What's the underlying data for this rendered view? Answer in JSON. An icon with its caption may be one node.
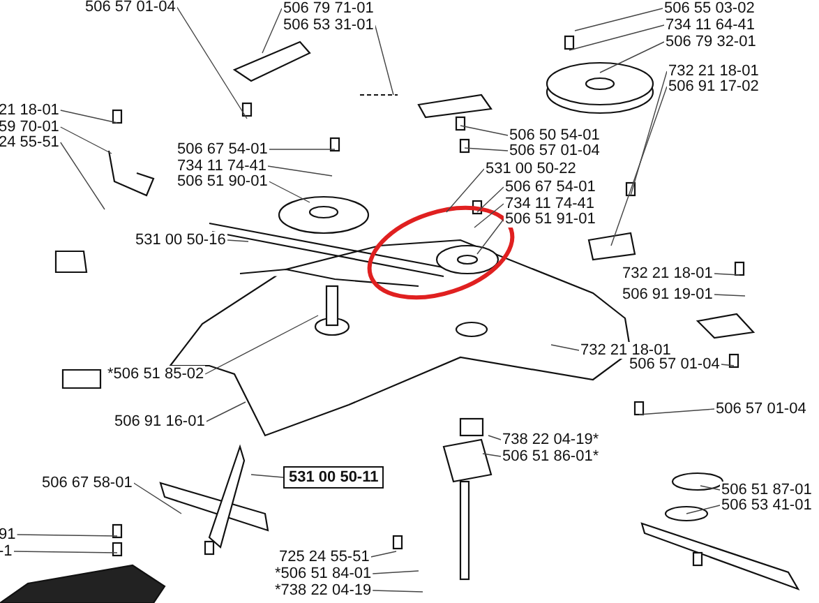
{
  "diagram": {
    "nodes": [
      {
        "text": [
          "506 57 01-04"
        ]
      },
      {
        "text": [
          "506 79 71-01"
        ]
      },
      {
        "text": [
          "506 53 31-01"
        ]
      },
      {
        "text": [
          "506 55 03-02"
        ]
      },
      {
        "text": [
          "734 11 64-41"
        ]
      },
      {
        "text": [
          "506 79 32-01"
        ]
      },
      {
        "text": [
          "732 21 18-01"
        ]
      },
      {
        "text": [
          "506 91 17-02"
        ]
      },
      {
        "text": [
          "21 18-01"
        ]
      },
      {
        "text": [
          "59 70-01"
        ]
      },
      {
        "text": [
          "24 55-51"
        ]
      },
      {
        "text": [
          "506 50 54-01"
        ]
      },
      {
        "text": [
          "506 57 01-04"
        ]
      },
      {
        "text": [
          "531 00 50-22"
        ]
      },
      {
        "text": [
          "506 67 54-01"
        ]
      },
      {
        "text": [
          "734 11 74-41"
        ]
      },
      {
        "text": [
          "506 51 90-01"
        ]
      },
      {
        "text": [
          "506 67 54-01"
        ]
      },
      {
        "text": [
          "734 11 74-41"
        ]
      },
      {
        "text": [
          "506 51 91-01"
        ]
      },
      {
        "text": [
          "531 00 50-16"
        ]
      },
      {
        "text": [
          "732 21 18-01"
        ]
      },
      {
        "text": [
          "506 91 19-01"
        ]
      },
      {
        "text": [
          "*506 51 85-02"
        ]
      },
      {
        "text": [
          "732 21 18-01"
        ]
      },
      {
        "text": [
          "506 91 16-01"
        ]
      },
      {
        "text": [
          "506 57 01-04"
        ]
      },
      {
        "text": [
          "506 57 01-04"
        ]
      },
      {
        "text": [
          "738 22 04-19*"
        ]
      },
      {
        "text": [
          "506 51 86-01*"
        ]
      },
      {
        "text": [
          "531 00 50-11"
        ]
      },
      {
        "text": [
          "506 67 58-01"
        ]
      },
      {
        "text": [
          "506 51 87-01"
        ]
      },
      {
        "text": [
          "506 53 41-01"
        ]
      },
      {
        "text": [
          "91"
        ]
      },
      {
        "text": [
          "-1"
        ]
      },
      {
        "text": [
          "725 24 55-51"
        ]
      },
      {
        "text": [
          "*506 51 84-01"
        ]
      },
      {
        "text": [
          "*738 22 04-19"
        ]
      }
    ],
    "edges": [
      {
        "from": 0,
        "to": null,
        "arrow": "none"
      },
      {
        "from": 1,
        "to": null,
        "arrow": "none"
      },
      {
        "from": 2,
        "to": null,
        "arrow": "none"
      },
      {
        "from": 3,
        "to": null,
        "arrow": "none"
      },
      {
        "from": 4,
        "to": null,
        "arrow": "none"
      },
      {
        "from": 5,
        "to": null,
        "arrow": "none"
      },
      {
        "from": 6,
        "to": null,
        "arrow": "none"
      },
      {
        "from": 7,
        "to": null,
        "arrow": "none"
      },
      {
        "from": 8,
        "to": null,
        "arrow": "none"
      },
      {
        "from": 9,
        "to": null,
        "arrow": "none"
      },
      {
        "from": 10,
        "to": null,
        "arrow": "none"
      },
      {
        "from": 11,
        "to": null,
        "arrow": "none"
      },
      {
        "from": 12,
        "to": null,
        "arrow": "none"
      },
      {
        "from": 13,
        "to": null,
        "arrow": "none"
      },
      {
        "from": 14,
        "to": null,
        "arrow": "none"
      },
      {
        "from": 15,
        "to": null,
        "arrow": "none"
      },
      {
        "from": 16,
        "to": null,
        "arrow": "none"
      },
      {
        "from": 17,
        "to": null,
        "arrow": "none"
      },
      {
        "from": 18,
        "to": null,
        "arrow": "none"
      },
      {
        "from": 19,
        "to": null,
        "arrow": "none"
      },
      {
        "from": 20,
        "to": null,
        "arrow": "none"
      },
      {
        "from": 21,
        "to": null,
        "arrow": "none"
      },
      {
        "from": 22,
        "to": null,
        "arrow": "none"
      },
      {
        "from": 23,
        "to": null,
        "arrow": "none"
      },
      {
        "from": 24,
        "to": null,
        "arrow": "none"
      },
      {
        "from": 25,
        "to": null,
        "arrow": "none"
      },
      {
        "from": 26,
        "to": null,
        "arrow": "none"
      },
      {
        "from": 27,
        "to": null,
        "arrow": "none"
      },
      {
        "from": 28,
        "to": null,
        "arrow": "none"
      },
      {
        "from": 29,
        "to": null,
        "arrow": "none"
      },
      {
        "from": 30,
        "to": null,
        "arrow": "none"
      },
      {
        "from": 31,
        "to": null,
        "arrow": "none"
      },
      {
        "from": 32,
        "to": null,
        "arrow": "none"
      },
      {
        "from": 33,
        "to": null,
        "arrow": "none"
      },
      {
        "from": 34,
        "to": null,
        "arrow": "none"
      },
      {
        "from": 35,
        "to": null,
        "arrow": "none"
      },
      {
        "from": 36,
        "to": null,
        "arrow": "none"
      },
      {
        "from": 37,
        "to": null,
        "arrow": "none"
      },
      {
        "from": 38,
        "to": null,
        "arrow": "none"
      }
    ]
  }
}
